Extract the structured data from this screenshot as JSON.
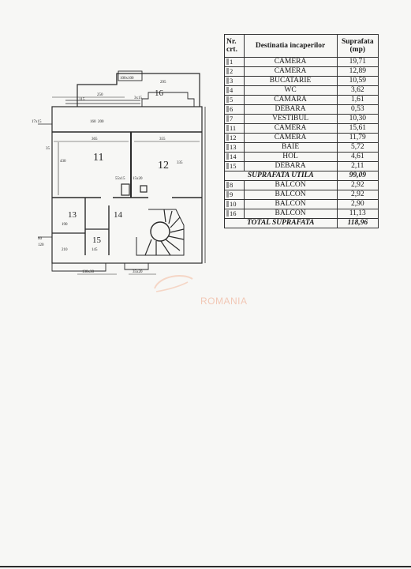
{
  "table": {
    "headers": {
      "nr": "Nr. crt.",
      "destination": "Destinatia incaperilor",
      "area": "Suprafata (mp)"
    },
    "rows": [
      {
        "nr": "1",
        "name": "CAMERA",
        "area": "19,71"
      },
      {
        "nr": "2",
        "name": "CAMERA",
        "area": "12,89"
      },
      {
        "nr": "3",
        "name": "BUCATARIE",
        "area": "10,59"
      },
      {
        "nr": "4",
        "name": "WC",
        "area": "3,62"
      },
      {
        "nr": "5",
        "name": "CAMARA",
        "area": "1,61"
      },
      {
        "nr": "6",
        "name": "DEBARA",
        "area": "0,53"
      },
      {
        "nr": "7",
        "name": "VESTIBUL",
        "area": "10,30"
      },
      {
        "nr": "11",
        "name": "CAMERA",
        "area": "15,61"
      },
      {
        "nr": "12",
        "name": "CAMERA",
        "area": "11,79"
      },
      {
        "nr": "13",
        "name": "BAIE",
        "area": "5,72"
      },
      {
        "nr": "14",
        "name": "HOL",
        "area": "4,61"
      },
      {
        "nr": "15",
        "name": "DEBARA",
        "area": "2,11"
      }
    ],
    "useful_area": {
      "label": "SUPRAFATA UTILA",
      "area": "99,09"
    },
    "balcony_rows": [
      {
        "nr": "8",
        "name": "BALCON",
        "area": "2,92"
      },
      {
        "nr": "9",
        "name": "BALCON",
        "area": "2,92"
      },
      {
        "nr": "10",
        "name": "BALCON",
        "area": "2,90"
      },
      {
        "nr": "16",
        "name": "BALCON",
        "area": "11,13"
      }
    ],
    "total_area": {
      "label": "TOTAL SUPRAFATA",
      "area": "118,96"
    }
  },
  "plan": {
    "room_numbers": {
      "r11": "11",
      "r12": "12",
      "r13": "13",
      "r14": "14",
      "r15": "15",
      "r16": "16"
    },
    "dimensions": {
      "d_top_box": "100x100",
      "d_295": "295",
      "d_250": "250",
      "d_115": "115",
      "d_3x15": "3x15",
      "d_160": "160",
      "d_200": "200",
      "d_17x15": "17x15",
      "d_365": "365",
      "d_355": "355",
      "d_430": "430",
      "d_335": "335",
      "d_35": "35",
      "d_55x15": "55x15",
      "d_15x20": "15x20",
      "d_190": "190",
      "d_210": "210",
      "d_145": "145",
      "d_130x30": "130x30",
      "d_35x20": "35x20",
      "d_60": "60",
      "d_120": "120"
    }
  },
  "watermark": {
    "text": "ROMANIA",
    "color": "#f2c8b6"
  }
}
